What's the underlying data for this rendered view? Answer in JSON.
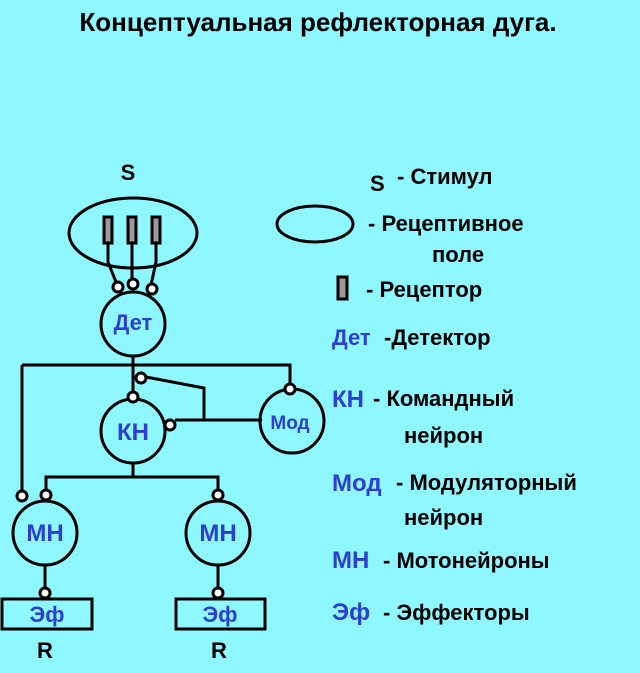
{
  "title": "Концептуальная рефлекторная дуга.",
  "colors": {
    "background": "#8ff7ff",
    "neuron_label": "#2e3fcf",
    "line": "#000000",
    "receptor_fill": "#9a9a9a"
  },
  "diagram": {
    "stimulus": "S",
    "nodes": {
      "detector": "Дет",
      "command_neuron": "КН",
      "modulatory_neuron": "Мод",
      "motoneuron_left": "МН",
      "motoneuron_right": "МН",
      "effector_left": "Эф",
      "effector_right": "Эф"
    },
    "responses": {
      "left": "R",
      "right": "R"
    }
  },
  "legend": {
    "stimulus": {
      "symbol": "S",
      "text": "- Стимул"
    },
    "receptive_field": {
      "text_line1": "- Рецептивное",
      "text_line2": "поле"
    },
    "receptor": {
      "text": "- Рецептор"
    },
    "detector": {
      "symbol": "Дет",
      "text": "-Детектор"
    },
    "command_neuron": {
      "symbol": "КН",
      "text_line1": "- Командный",
      "text_line2": "нейрон"
    },
    "modulatory_neuron": {
      "symbol": "Мод",
      "text_line1": "- Модуляторный",
      "text_line2": "нейрон"
    },
    "motoneurons": {
      "symbol": "МН",
      "text": "- Мотонейроны"
    },
    "effectors": {
      "symbol": "Эф",
      "text": "- Эффекторы"
    }
  }
}
